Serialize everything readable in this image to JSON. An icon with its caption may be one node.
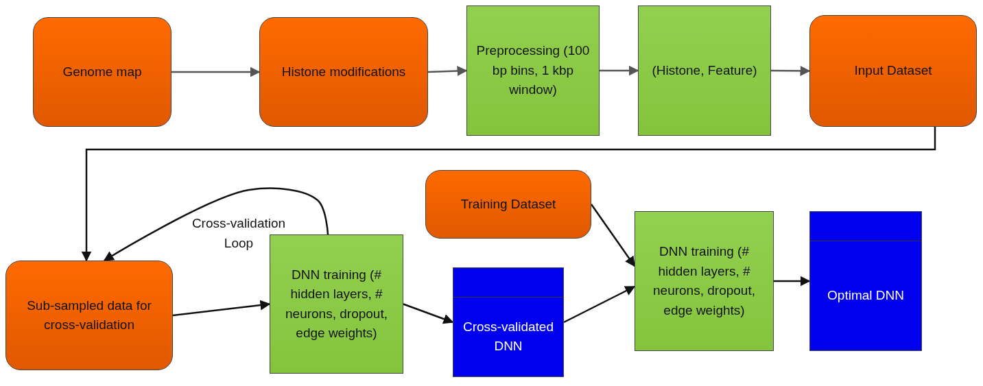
{
  "diagram": {
    "nodes": [
      {
        "text": [
          "Genome map"
        ]
      },
      {
        "text": [
          "Histone modifications"
        ]
      },
      {
        "text": [
          "Preprocessing (100 bp bins, 1 kbp window)"
        ]
      },
      {
        "text": [
          "(Histone, Feature)"
        ]
      },
      {
        "text": [
          "Input Dataset"
        ]
      },
      {
        "text": [
          "Sub-sampled data for cross-validation"
        ]
      },
      {
        "text": [
          "DNN training (# hidden layers, # neurons, dropout, edge weights)"
        ]
      },
      {
        "text": [
          "Cross-validated DNN"
        ]
      },
      {
        "text": [
          "Training Dataset"
        ]
      },
      {
        "text": [
          "DNN training (# hidden layers, # neurons, dropout, edge weights)"
        ]
      },
      {
        "text": [
          "Optimal DNN"
        ]
      }
    ],
    "edges": [
      {
        "from": 0,
        "to": 1,
        "arrow": "to",
        "color": "#555555"
      },
      {
        "from": 1,
        "to": 2,
        "arrow": "to",
        "color": "#555555"
      },
      {
        "from": 2,
        "to": 3,
        "arrow": "to",
        "color": "#555555"
      },
      {
        "from": 3,
        "to": 4,
        "arrow": "to",
        "color": "#555555"
      },
      {
        "from": 4,
        "to": 5,
        "arrow": "to"
      },
      {
        "from": 6,
        "to": 5,
        "arrow": "to",
        "label": "Cross-validation Loop"
      },
      {
        "from": 5,
        "to": 6,
        "arrow": "to"
      },
      {
        "from": 6,
        "to": 7,
        "arrow": "to"
      },
      {
        "from": 7,
        "to": 9,
        "arrow": "to"
      },
      {
        "from": 8,
        "to": 9,
        "arrow": "to"
      },
      {
        "from": 9,
        "to": 10,
        "arrow": "to"
      }
    ]
  }
}
